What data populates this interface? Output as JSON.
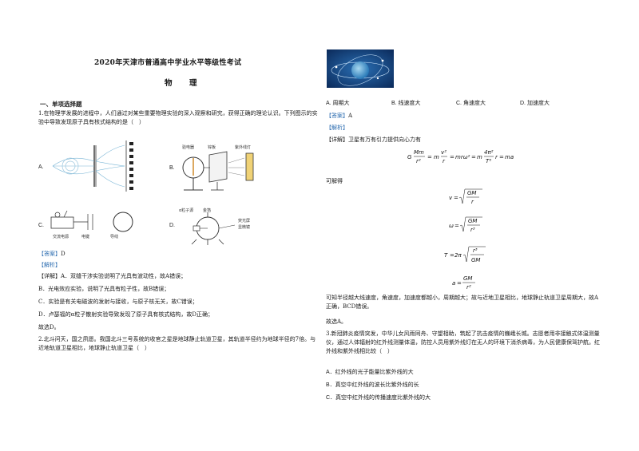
{
  "left": {
    "exam_title": "2020年天津市普通高中学业水平等级性考试",
    "subject": "物　理",
    "section1": "一、单项选择题",
    "q1_text": "1.在物理学发展的进程中，人们通过对某些重要物理实验的深入观察和研究，获得正确的理论认识。下列图示的实验中导致发现原子具有核式结构的是（　）",
    "opt_a": "A.",
    "opt_b": "B.",
    "opt_c": "C.",
    "opt_d": "D.",
    "fig_b_labels": [
      "验电器",
      "锌板",
      "紫外线灯"
    ],
    "fig_c_labels": [
      "交流电源",
      "电键",
      "导线"
    ],
    "fig_d_labels": [
      "α粒子源",
      "金箔",
      "荧光屏",
      "显微镜"
    ],
    "q1_answer_tag": "【答案】",
    "q1_answer": "D",
    "q1_analysis_tag": "【解析】",
    "q1_detail_tag": "【详解】",
    "q1_detail_a": "A．双缝干涉实验说明了光具有波动性，故A错误；",
    "q1_detail_b": "B．光电效应实验，说明了光具有粒子性，故B错误；",
    "q1_detail_c": "C．实验是有关电磁波的发射与接收，与原子核无关，故C错误；",
    "q1_detail_d": "D．卢瑟福的α粒子散射实验导致发现了原子具有核式结构，故D正确；",
    "q1_conclusion": "故选D。",
    "q2_text": "2.北斗问天，国之夙愿。我国北斗三号系统的收官之星是地球静止轨道卫星，其轨道半径约为地球半径的7倍。与近地轨道卫星相比，地球静止轨道卫星（　）"
  },
  "right": {
    "opt_a": "A. 周期大",
    "opt_b": "B. 线速度大",
    "opt_c": "C. 角速度大",
    "opt_d": "D. 加速度大",
    "answer_tag": "【答案】",
    "answer": "A",
    "analysis_tag": "【解析】",
    "detail_tag": "【详解】",
    "detail_text": "卫星有万有引力提供向心力有",
    "solve_text": "可解得",
    "conclusion1": "可知半径越大线速度，角速度，加速度都越小，周期越大；故与近地卫星相比，地球静止轨道卫星周期大，故A正确，BCD错误。",
    "conclusion2": "故选A。",
    "q3_text": "3.新冠肺炎疫情突发，中华儿女风雨同舟、守望相助，筑起了抗击疫情的巍峨长城。志愿者用非接触式体温测量仪，通过人体辐射的红外线测量体温，防控人员用紫外线灯在无人的环境下消杀病毒，为人民健康保驾护航。红外线和紫外线相比较（　）",
    "q3_opt_a": "A．红外线的光子能量比紫外线的大",
    "q3_opt_b": "B．真空中红外线的波长比紫外线的长",
    "q3_opt_c": "C．真空中红外线的传播速度比紫外线的大"
  }
}
